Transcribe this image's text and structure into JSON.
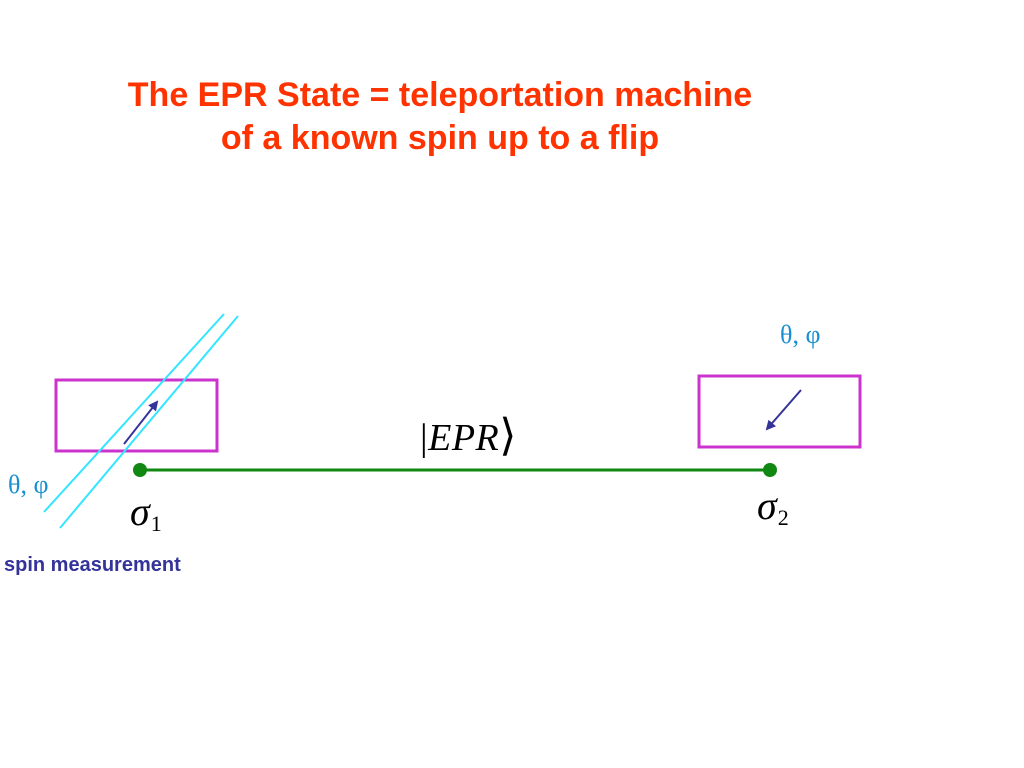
{
  "slide": {
    "title_line1": "The EPR State = teleportation machine",
    "title_line2": "of a known spin up to a flip",
    "left_angles": "θ,  φ",
    "right_angles": "θ,  φ",
    "sigma_symbol": "σ",
    "sigma1_sub": "1",
    "sigma2_sub": "2",
    "ket_text": "EPR",
    "spin_measurement_label": "spin measurement"
  },
  "colors": {
    "title": "#ff3300",
    "box": "#cc33cc",
    "line": "#118811",
    "cyan": "#33e5ff",
    "arrow": "#333399",
    "angles": "#1a8fd0",
    "label": "#333399",
    "text": "#000000"
  }
}
